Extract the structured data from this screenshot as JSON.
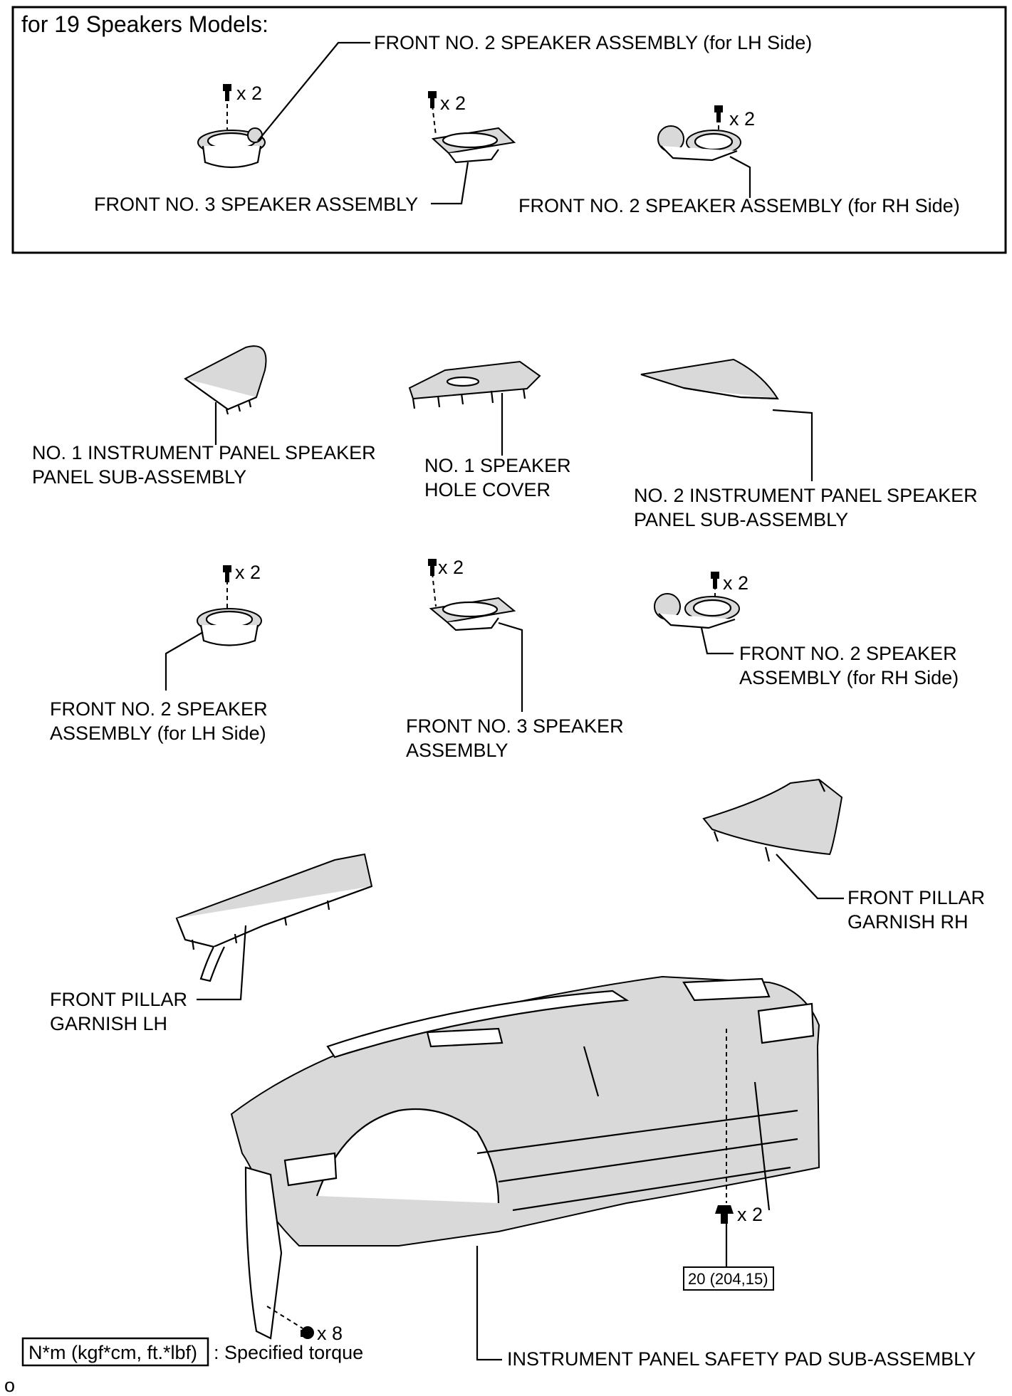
{
  "inset": {
    "title": "for 19 Speakers Models:",
    "labels": {
      "front_no2_lh": "FRONT NO. 2 SPEAKER ASSEMBLY (for LH Side)",
      "front_no3": "FRONT NO. 3 SPEAKER ASSEMBLY",
      "front_no2_rh": "FRONT NO. 2 SPEAKER ASSEMBLY (for RH Side)"
    },
    "qty": {
      "lh": "x 2",
      "center": "x 2",
      "rh": "x 2"
    }
  },
  "parts": {
    "no1_panel": [
      "NO. 1 INSTRUMENT PANEL SPEAKER",
      "PANEL SUB-ASSEMBLY"
    ],
    "hole_cover": [
      "NO. 1 SPEAKER",
      "HOLE COVER"
    ],
    "no2_panel": [
      "NO. 2 INSTRUMENT PANEL SPEAKER",
      "PANEL SUB-ASSEMBLY"
    ],
    "front_no2_lh": [
      "FRONT NO. 2 SPEAKER",
      "ASSEMBLY (for LH Side)"
    ],
    "front_no3": [
      "FRONT NO. 3 SPEAKER",
      "ASSEMBLY"
    ],
    "front_no2_rh": [
      "FRONT NO. 2 SPEAKER",
      "ASSEMBLY (for RH Side)"
    ],
    "pillar_rh": [
      "FRONT PILLAR",
      "GARNISH RH"
    ],
    "pillar_lh": [
      "FRONT PILLAR",
      "GARNISH LH"
    ],
    "safety_pad": "INSTRUMENT PANEL SAFETY PAD SUB-ASSEMBLY"
  },
  "qty": {
    "lh_speaker": "x 2",
    "center_speaker": "x 2",
    "rh_speaker": "x 2",
    "dash_bolt": "x 2",
    "dash_clips": "x 8"
  },
  "torque_value": "20 (204,15)",
  "legend": {
    "box": "N*m (kgf*cm, ft.*lbf)",
    "text": ": Specified torque"
  },
  "footer_mark": "o"
}
